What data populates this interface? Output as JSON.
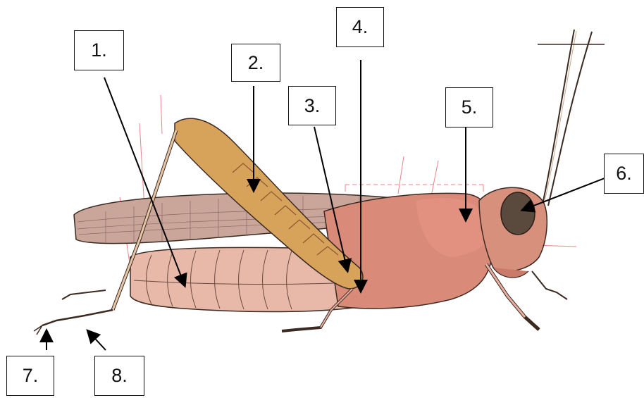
{
  "labels": [
    {
      "id": "label-1",
      "text": "1."
    },
    {
      "id": "label-2",
      "text": "2."
    },
    {
      "id": "label-3",
      "text": "3."
    },
    {
      "id": "label-4",
      "text": "4."
    },
    {
      "id": "label-5",
      "text": "5."
    },
    {
      "id": "label-6",
      "text": "6."
    },
    {
      "id": "label-7",
      "text": "7."
    },
    {
      "id": "label-8",
      "text": "8."
    }
  ],
  "colors": {
    "body": "#d98a78",
    "body_dark": "#b85f50",
    "wing": "#c9a59a",
    "leg_orange": "#d7a25a",
    "eye": "#5a4a3e",
    "outline": "#3a2a22",
    "guide_lines": "#e0505a"
  }
}
